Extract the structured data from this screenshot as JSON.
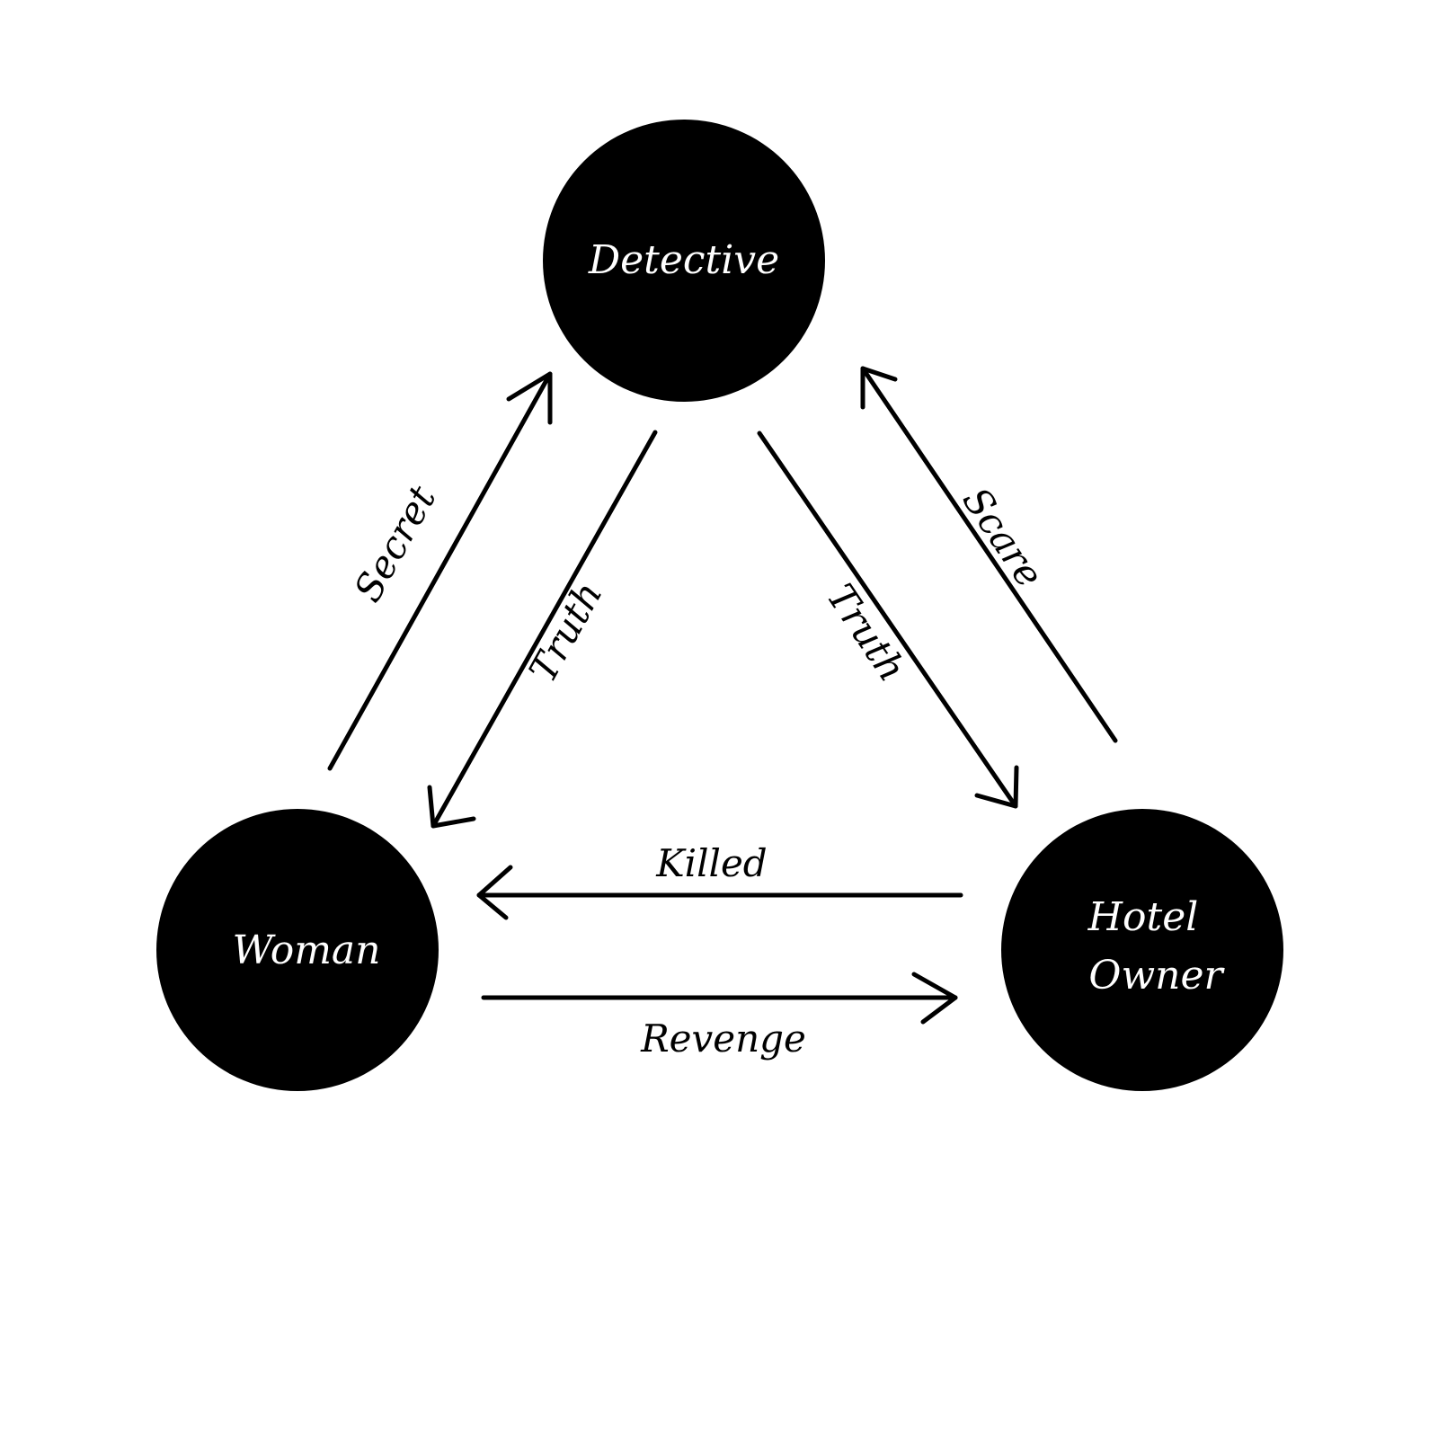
{
  "colors": {
    "background": "#ffffff",
    "node_fill": "#000000",
    "node_text": "#ffffff",
    "ink": "#000000"
  },
  "nodes": {
    "detective": {
      "label": "Detective"
    },
    "woman": {
      "label": "Woman"
    },
    "hotel_owner": {
      "line1": "Hotel",
      "line2": "Owner"
    }
  },
  "edges": {
    "secret": {
      "label": "Secret",
      "from": "Woman",
      "to": "Detective"
    },
    "truth_to_woman": {
      "label": "Truth",
      "from": "Detective",
      "to": "Woman"
    },
    "truth_to_owner": {
      "label": "Truth",
      "from": "Detective",
      "to": "Hotel Owner"
    },
    "scare": {
      "label": "Scare",
      "from": "Hotel Owner",
      "to": "Detective"
    },
    "killed": {
      "label": "Killed",
      "from": "Hotel Owner",
      "to": "Woman"
    },
    "revenge": {
      "label": "Revenge",
      "from": "Woman",
      "to": "Hotel Owner"
    }
  }
}
